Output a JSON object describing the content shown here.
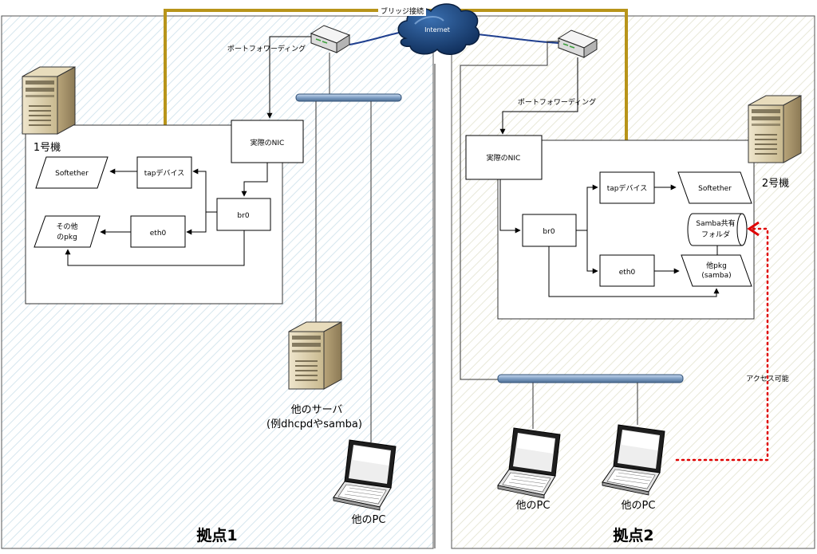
{
  "bridge_label": "ブリッジ接続",
  "internet_label": "Internet",
  "site1": {
    "title": "拠点1",
    "port_forward": "ポートフォワーディング",
    "machine": "1号機",
    "nic": "実際のNIC",
    "tap": "tapデバイス",
    "softether": "Softether",
    "br0": "br0",
    "eth0": "eth0",
    "other_pkg_line1": "その他",
    "other_pkg_line2": "のpkg",
    "other_server_line1": "他のサーバ",
    "other_server_line2": "(例dhcpdやsamba)",
    "pc": "他のPC"
  },
  "site2": {
    "title": "拠点2",
    "port_forward": "ポートフォワーディング",
    "machine": "2号機",
    "nic": "実際のNIC",
    "tap": "tapデバイス",
    "softether": "Softether",
    "br0": "br0",
    "eth0": "eth0",
    "samba_line1": "Samba共有",
    "samba_line2": "フォルダ",
    "other_pkg_line1": "他pkg",
    "other_pkg_line2": "(samba)",
    "pc1": "他のPC",
    "pc2": "他のPC",
    "access": "アクセス可能"
  },
  "colors": {
    "bridge": "#b8941a",
    "wan": "#1f3f8f",
    "access": "#e00000",
    "site1_hatch": "#d6e6ee",
    "site2_hatch": "#e6e6d6",
    "switch_bar": "#7f9fc4"
  }
}
